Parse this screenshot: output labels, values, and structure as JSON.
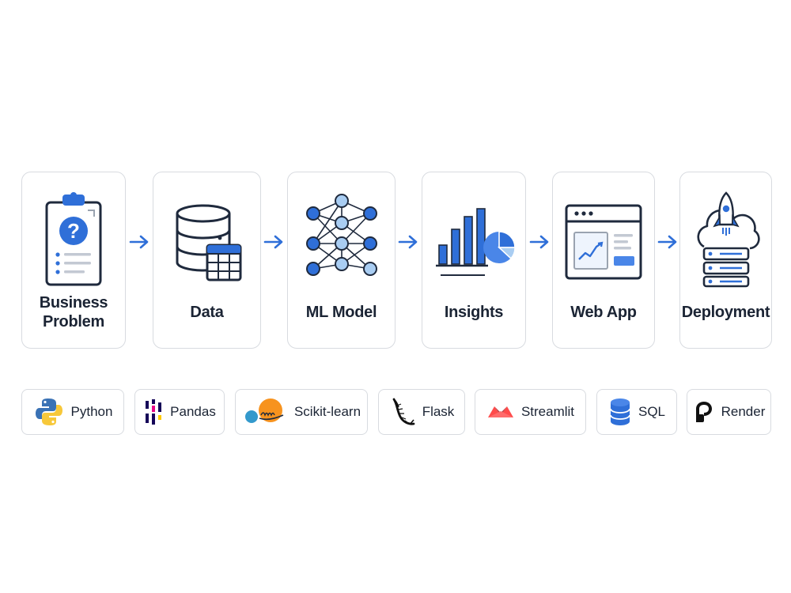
{
  "stages": [
    {
      "label_line1": "Business",
      "label_line2": "Problem",
      "icon": "clipboard-question-icon"
    },
    {
      "label": "Data",
      "icon": "database-table-icon"
    },
    {
      "label": "ML Model",
      "icon": "neural-network-icon"
    },
    {
      "label": "Insights",
      "icon": "bar-pie-chart-icon"
    },
    {
      "label": "Web App",
      "icon": "browser-window-chart-icon"
    },
    {
      "label": "Deployment",
      "icon": "rocket-cloud-server-icon"
    }
  ],
  "tools": [
    {
      "label": "Python",
      "icon": "python-logo-icon"
    },
    {
      "label": "Pandas",
      "icon": "pandas-logo-icon"
    },
    {
      "label": "Scikit-learn",
      "icon": "scikit-learn-logo-icon"
    },
    {
      "label": "Flask",
      "icon": "flask-logo-icon"
    },
    {
      "label": "Streamlit",
      "icon": "streamlit-logo-icon"
    },
    {
      "label": "SQL",
      "icon": "database-icon"
    },
    {
      "label": "Render",
      "icon": "render-logo-icon"
    }
  ],
  "colors": {
    "accent": "#2f6fd8",
    "dark": "#1f2a3d",
    "light_blue": "#a9cdf2",
    "border": "#d8dbe0"
  }
}
